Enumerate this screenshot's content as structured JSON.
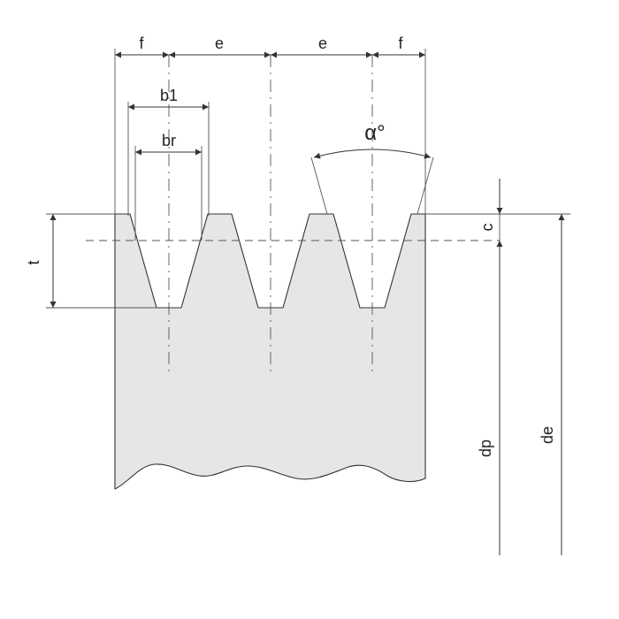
{
  "labels": {
    "f_left": "f",
    "e_left": "e",
    "e_right": "e",
    "f_right": "f",
    "b1": "b1",
    "br": "br",
    "alpha": "α°",
    "t": "t",
    "c": "c",
    "dp": "dp",
    "de": "de"
  },
  "colors": {
    "pulley_fill": "#e6e6e6",
    "outline": "#333333",
    "background": "#ffffff"
  }
}
